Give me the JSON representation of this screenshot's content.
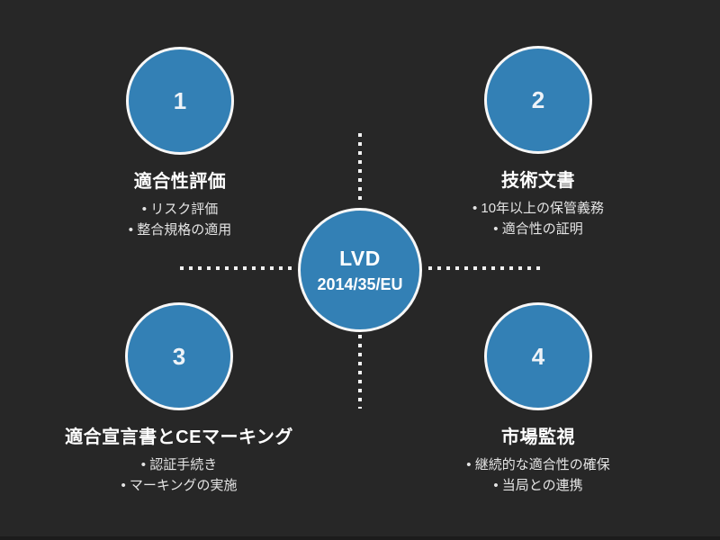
{
  "colors": {
    "background": "#272727",
    "node_fill": "#3380b5",
    "node_border": "#f7f7f7",
    "text_primary": "#ffffff",
    "text_secondary": "#e4e4e4"
  },
  "center": {
    "title": "LVD",
    "subtitle": "2014/35/EU"
  },
  "nodes": [
    {
      "number": "1",
      "title": "適合性評価",
      "bullets": [
        "リスク評価",
        "整合規格の適用"
      ]
    },
    {
      "number": "2",
      "title": "技術文書",
      "bullets": [
        "10年以上の保管義務",
        "適合性の証明"
      ]
    },
    {
      "number": "3",
      "title": "適合宣言書とCEマーキング",
      "bullets": [
        "認証手続き",
        "マーキングの実施"
      ]
    },
    {
      "number": "4",
      "title": "市場監視",
      "bullets": [
        "継続的な適合性の確保",
        "当局との連携"
      ]
    }
  ]
}
